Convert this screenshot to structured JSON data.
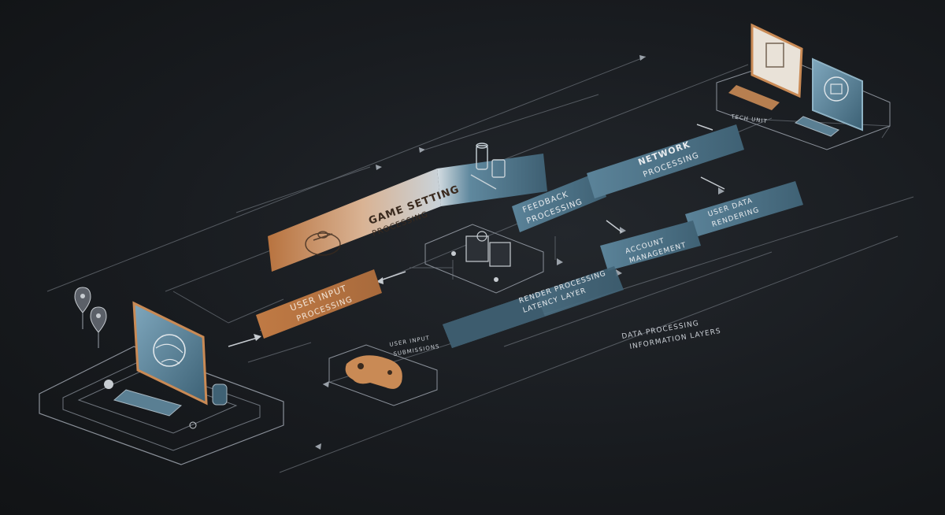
{
  "diagram": {
    "colors": {
      "background": "#181b1f",
      "line": "#8a9099",
      "orange": "#c98a55",
      "blue": "#4f7488",
      "blue_dark": "#3b5a6c",
      "text_light": "#e9ecef",
      "text_dark": "#3a2a1e"
    },
    "blocks": {
      "game_setting": {
        "title": "GAME SETTING",
        "subtitle": "PROCESSING"
      },
      "user_input": {
        "title": "USER INPUT",
        "subtitle": "PROCESSING"
      },
      "feedback": {
        "title": "FEEDBACK",
        "subtitle": "PROCESSING"
      },
      "network": {
        "title": "NETWORK",
        "subtitle": "PROCESSING"
      },
      "account": {
        "title": "ACCOUNT",
        "subtitle": "MANAGEMENT"
      },
      "user_rendering": {
        "title": "USER DATA",
        "subtitle": "RENDERING"
      },
      "render_pipeline": {
        "title": "RENDER PROCESSING",
        "subtitle": "LATENCY LAYER"
      }
    },
    "labels": {
      "controller": {
        "line1": "USER INPUT",
        "line2": "SUBMISSIONS"
      },
      "right_top": "TECH UNIT",
      "floating_line1": "DATA PROCESSING",
      "floating_line2": "INFORMATION LAYERS"
    }
  }
}
